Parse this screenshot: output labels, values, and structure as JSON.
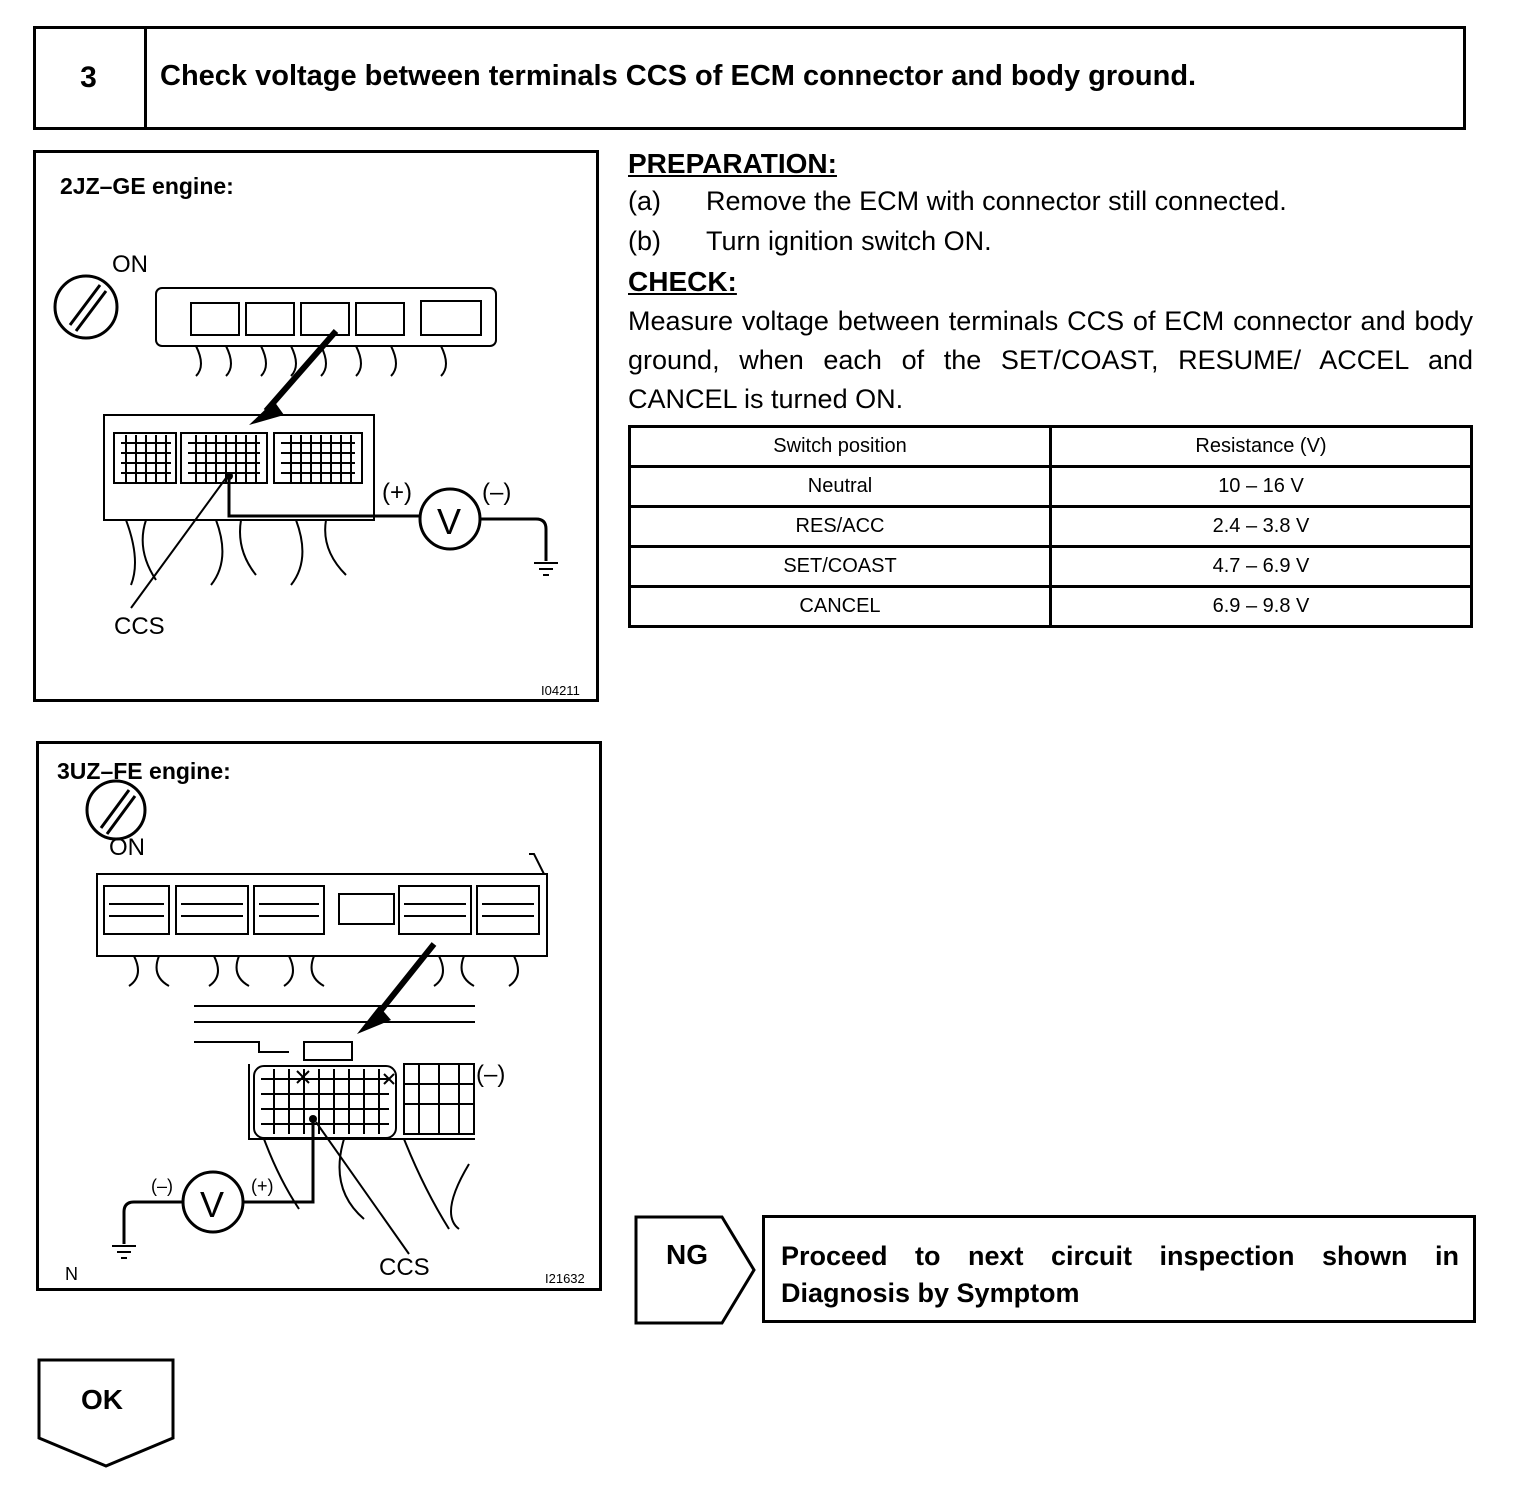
{
  "step": {
    "number": "3",
    "title": "Check voltage between terminals CCS of ECM connector and body ground."
  },
  "figure_top": {
    "title": "2JZ–GE engine:",
    "switch_label": "ON",
    "plus_label": "(+)",
    "minus_label": "(–)",
    "meter_label": "V",
    "terminal_label": "CCS",
    "figure_id": "I04211"
  },
  "figure_bottom": {
    "title": "3UZ–FE engine:",
    "switch_label": "ON",
    "minus_label_right": "(–)",
    "minus_label_left": "(–)",
    "plus_label": "(+)",
    "meter_label": "V",
    "terminal_label": "CCS",
    "corner_label": "N",
    "figure_id": "I21632"
  },
  "preparation": {
    "heading": "PREPARATION:",
    "items": [
      {
        "label": "(a)",
        "text": "Remove the ECM with connector still connected."
      },
      {
        "label": "(b)",
        "text": "Turn ignition switch ON."
      }
    ]
  },
  "check": {
    "heading": "CHECK:",
    "text": "Measure voltage between terminals CCS of ECM connector and body ground, when each of the SET/COAST, RESUME/ ACCEL and CANCEL  is turned ON."
  },
  "table": {
    "headers": [
      "Switch position",
      "Resistance (V)"
    ],
    "rows": [
      [
        "Neutral",
        "10 – 16 V"
      ],
      [
        "RES/ACC",
        "2.4 – 3.8 V"
      ],
      [
        "SET/COAST",
        "4.7 – 6.9 V"
      ],
      [
        "CANCEL",
        "6.9 – 9.8 V"
      ]
    ]
  },
  "ng": {
    "label": "NG",
    "text": "Proceed to next circuit inspection shown in Diagnosis by Symptom"
  },
  "ok": {
    "label": "OK"
  }
}
